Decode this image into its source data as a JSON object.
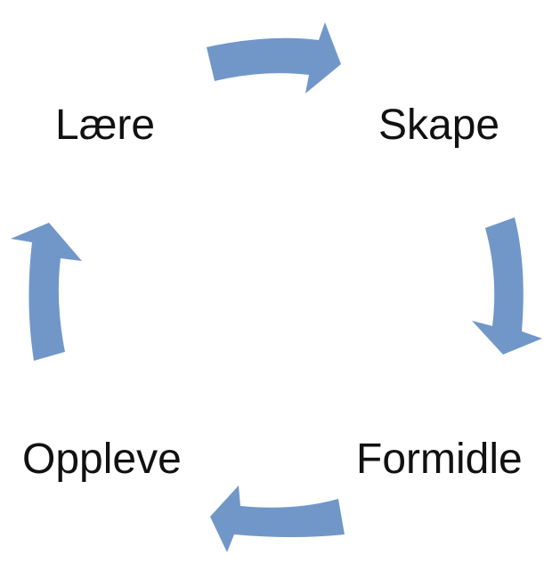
{
  "diagram": {
    "type": "cycle",
    "arrow_color": "#7197C9",
    "steps": [
      "Skape",
      "Formidle",
      "Oppleve",
      "Lære"
    ]
  }
}
